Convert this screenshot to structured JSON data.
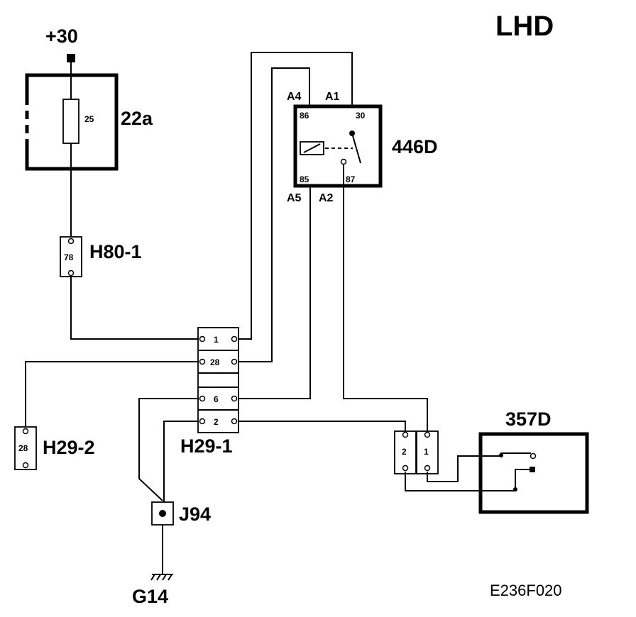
{
  "title": "LHD",
  "reference": "E236F020",
  "supply": {
    "label": "+30"
  },
  "fuse": {
    "id": "22a",
    "rating": "25"
  },
  "relay": {
    "id": "446D",
    "pins": {
      "a4": "A4",
      "a1": "A1",
      "a5": "A5",
      "a2": "A2"
    },
    "terminals": {
      "t86": "86",
      "t30": "30",
      "t85": "85",
      "t87": "87"
    }
  },
  "connector_h80": {
    "id": "H80-1",
    "pin": "78"
  },
  "connector_h29_1": {
    "id": "H29-1",
    "pins": [
      "1",
      "28",
      "6",
      "2"
    ]
  },
  "connector_h29_2": {
    "id": "H29-2",
    "pin": "28"
  },
  "splice": {
    "id": "J94"
  },
  "ground": {
    "id": "G14"
  },
  "switch_component": {
    "id": "357D",
    "pins": [
      "2",
      "1"
    ]
  }
}
